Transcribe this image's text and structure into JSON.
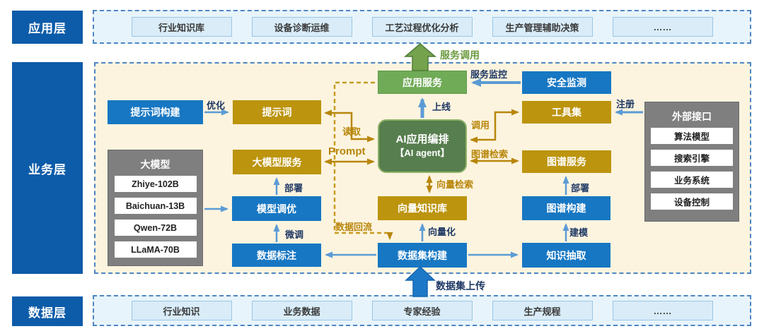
{
  "app_layer": {
    "label": "应用层",
    "items": [
      "行业知识库",
      "设备诊断运维",
      "工艺过程优化分析",
      "生产管理辅助决策",
      "……"
    ]
  },
  "data_layer": {
    "label": "数据层",
    "items": [
      "行业知识",
      "业务数据",
      "专家经验",
      "生产规程",
      "……"
    ]
  },
  "business_layer": {
    "label": "业务层",
    "boxes": {
      "app_service": "应用服务",
      "security": "安全监测",
      "prompt_build": "提示词构建",
      "prompt": "提示词",
      "toolset": "工具集",
      "llm_service": "大模型服务",
      "graph_service": "图谱服务",
      "model_tune": "模型调优",
      "vector_kb": "向量知识库",
      "graph_build": "图谱构建",
      "data_label": "数据标注",
      "dataset_build": "数据集构建",
      "knowledge_extract": "知识抽取",
      "ai_agent": {
        "line1": "AI应用编排",
        "line2": "【AI agent】"
      }
    },
    "panels": {
      "llm": {
        "title": "大模型",
        "items": [
          "Zhiye-102B",
          "Baichuan-13B",
          "Qwen-72B",
          "LLaMA-70B"
        ]
      },
      "external": {
        "title": "外部接口",
        "items": [
          "算法模型",
          "搜索引擎",
          "业务系统",
          "设备控制"
        ]
      }
    },
    "edge_labels": {
      "optimize": "优化",
      "read": "读取",
      "prompt_en": "Prompt",
      "deploy_left": "部署",
      "finetune": "微调",
      "data_backflow": "数据回流",
      "vector_search": "向量检索",
      "vectorize": "向量化",
      "go_live": "上线",
      "service_monitor": "服务监控",
      "invoke": "调用",
      "graph_search": "图谱检索",
      "deploy_right": "部署",
      "modeling": "建模",
      "register": "注册",
      "service_call": "服务调用",
      "dataset_upload": "数据集上传"
    }
  },
  "colors": {
    "layer_label_bg": "#0D5CA9",
    "blue_box": "#1777C3",
    "gold_box": "#BC940D",
    "green_box": "#70AB57",
    "agent_green": "#577E4E",
    "gray_panel": "#7F7F7F",
    "beige_bg": "#FCF4DF",
    "light_blue_bg": "#E8F4FB",
    "arrow_blue": "#5B9BD5",
    "arrow_gold": "#B8860B",
    "label_navy": "#1F3864",
    "label_green": "#6B9A3F"
  }
}
